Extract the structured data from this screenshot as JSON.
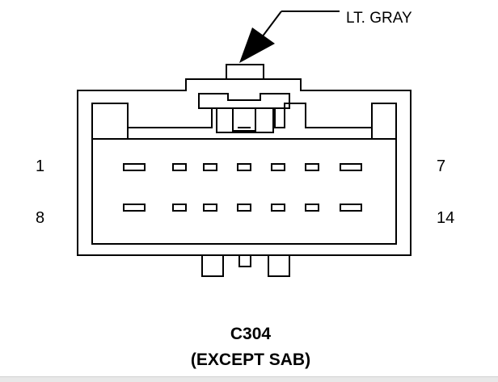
{
  "connector": {
    "name": "C304",
    "qualifier": "(EXCEPT SAB)",
    "wire_color_label": "LT. GRAY",
    "pin_labels": {
      "top_left": "1",
      "top_right": "7",
      "bottom_left": "8",
      "bottom_right": "14"
    },
    "pin_rows": [
      {
        "row": "top",
        "pins": [
          1,
          2,
          3,
          4,
          5,
          6,
          7
        ]
      },
      {
        "row": "bottom",
        "pins": [
          8,
          9,
          10,
          11,
          12,
          13,
          14
        ]
      }
    ]
  },
  "colors": {
    "line": "#000000",
    "background": "#ffffff"
  }
}
